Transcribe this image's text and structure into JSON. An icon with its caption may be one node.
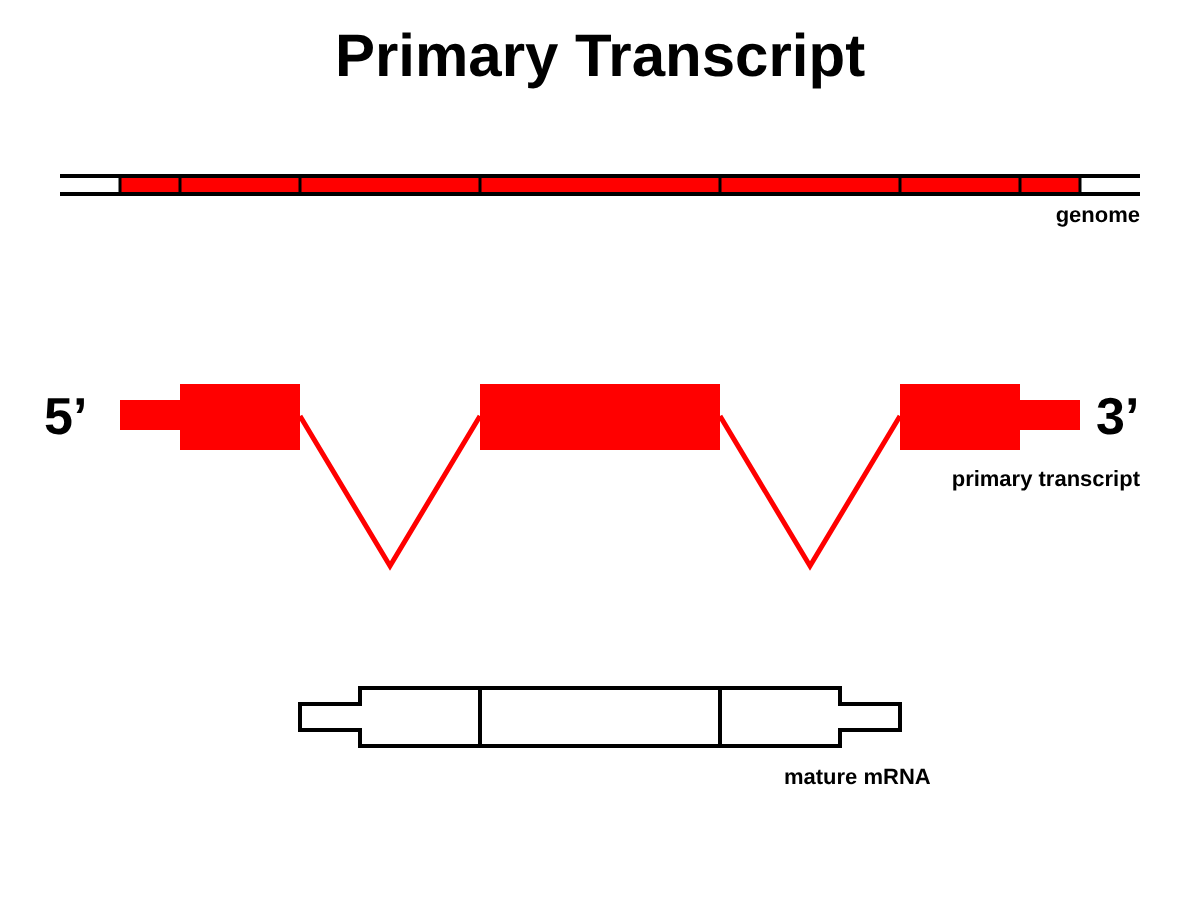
{
  "diagram": {
    "title": "Primary Transcript",
    "labels": [
      "genome",
      "5’",
      "3’",
      "primary transcript",
      "mature mRNA"
    ]
  }
}
